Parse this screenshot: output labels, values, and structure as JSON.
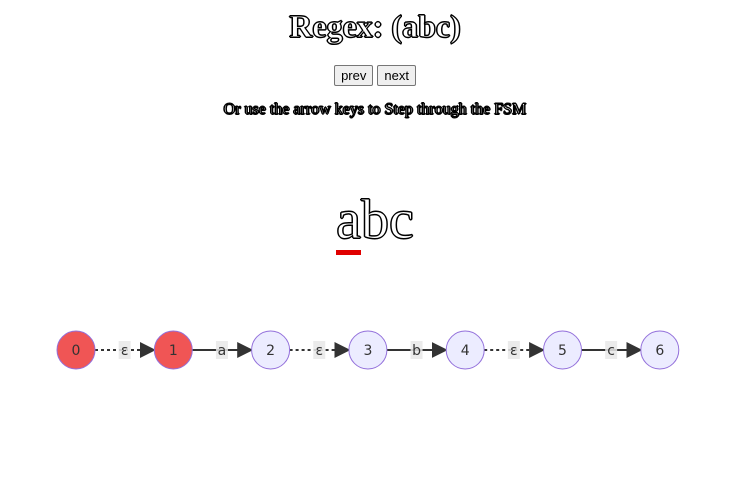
{
  "header": {
    "title": "Regex: (abc)"
  },
  "controls": {
    "prev_label": "prev",
    "next_label": "next"
  },
  "instructions": "Or use the arrow keys to Step through the FSM",
  "input": {
    "chars": [
      "a",
      "b",
      "c"
    ],
    "current_index": 0
  },
  "fsm": {
    "states": [
      {
        "label": "0",
        "active": true
      },
      {
        "label": "1",
        "active": true
      },
      {
        "label": "2",
        "active": false
      },
      {
        "label": "3",
        "active": false
      },
      {
        "label": "4",
        "active": false
      },
      {
        "label": "5",
        "active": false
      },
      {
        "label": "6",
        "active": false
      }
    ],
    "transitions": [
      {
        "from": "0",
        "to": "1",
        "label": "ε",
        "epsilon": true
      },
      {
        "from": "1",
        "to": "2",
        "label": "a",
        "epsilon": false
      },
      {
        "from": "2",
        "to": "3",
        "label": "ε",
        "epsilon": true
      },
      {
        "from": "3",
        "to": "4",
        "label": "b",
        "epsilon": false
      },
      {
        "from": "4",
        "to": "5",
        "label": "ε",
        "epsilon": true
      },
      {
        "from": "5",
        "to": "6",
        "label": "c",
        "epsilon": false
      }
    ],
    "colors": {
      "active_fill": "#f05555",
      "inactive_fill": "#ececff",
      "node_stroke": "#9370db",
      "edge": "#333333",
      "edge_label_bg": "#e8e8e8"
    }
  }
}
